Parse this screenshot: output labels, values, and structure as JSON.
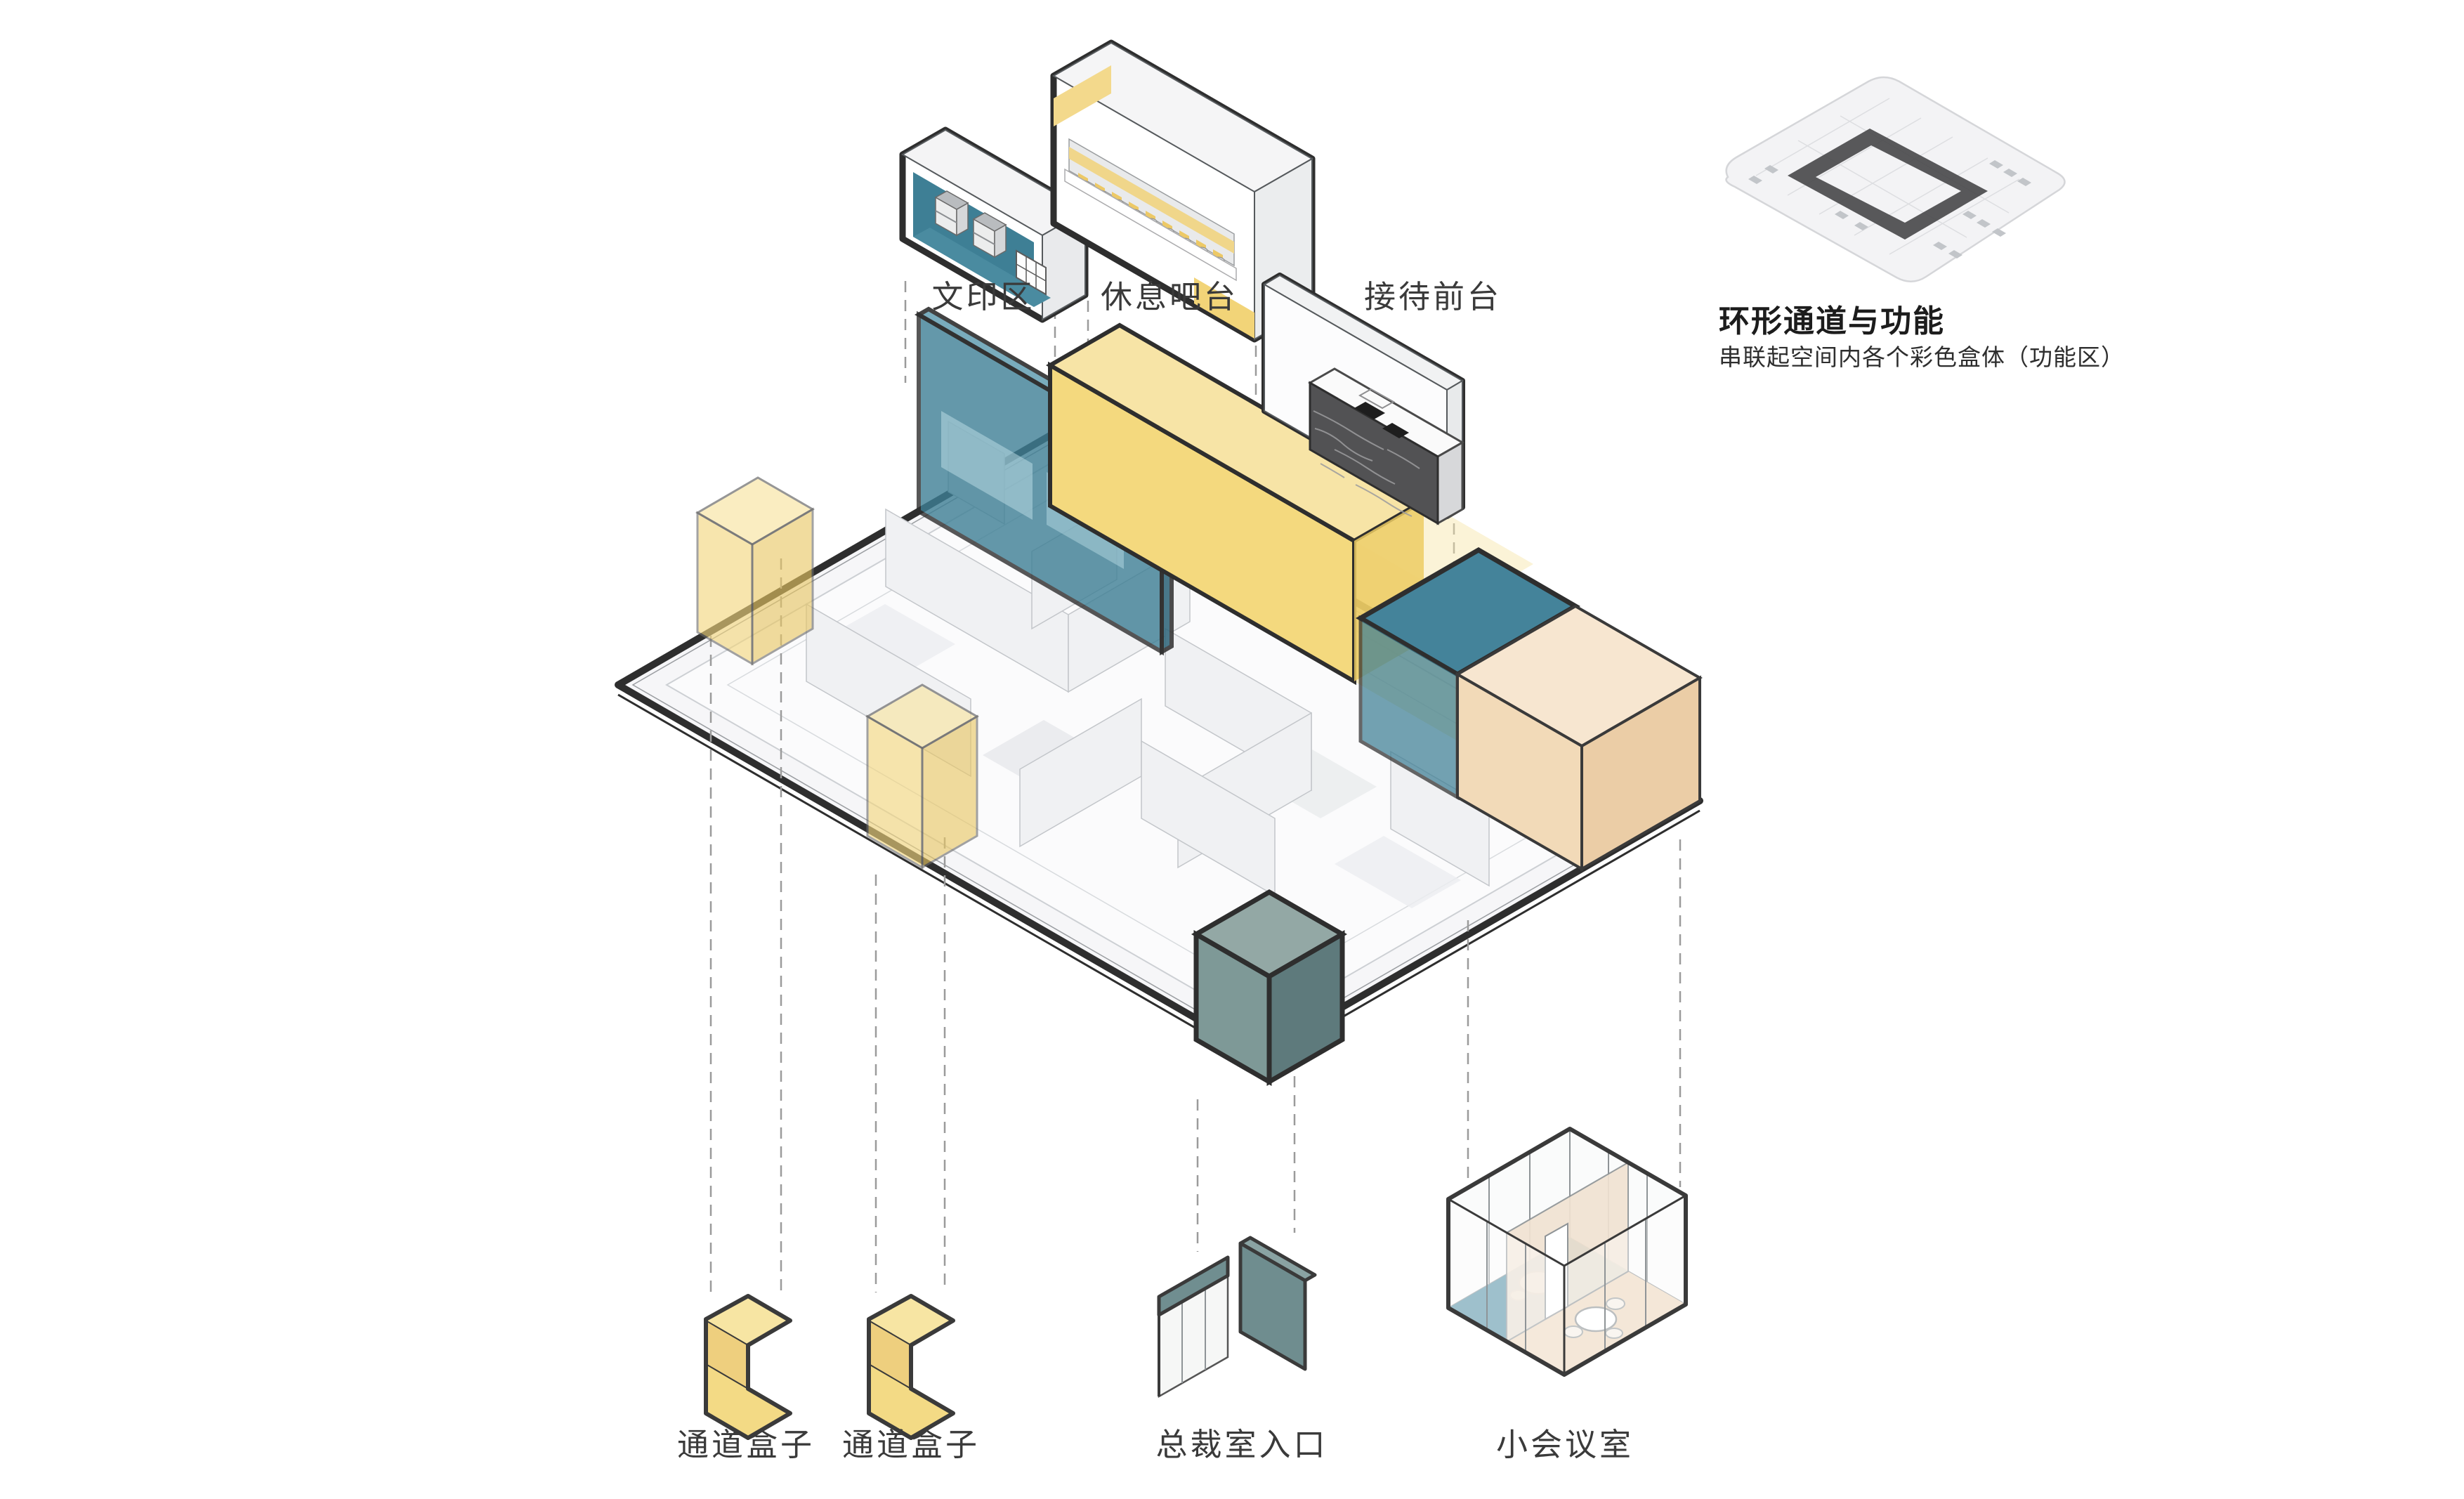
{
  "labels": {
    "print_area": "文印区",
    "rest_bar": "休息吧台",
    "reception": "接待前台",
    "passage_box_1": "通道盒子",
    "passage_box_2": "通道盒子",
    "president_entrance": "总裁室入口",
    "meeting_room": "小会议室"
  },
  "legend": {
    "title": "环形通道与功能",
    "subtitle": "串联起空间内各个彩色盒体（功能区）"
  },
  "colors": {
    "teal": "#3E7F95",
    "teal_light": "#5A99AD",
    "yellow": "#F2D478",
    "yellow_light": "#F7E4A6",
    "peach": "#F2DAB8",
    "gray_teal": "#6F8D8F",
    "meeting_teal": "#4E8CA2",
    "meeting_tan": "#EED8BE",
    "outline": "#2E2E2E",
    "dashed_line": "#9B9B9B"
  }
}
